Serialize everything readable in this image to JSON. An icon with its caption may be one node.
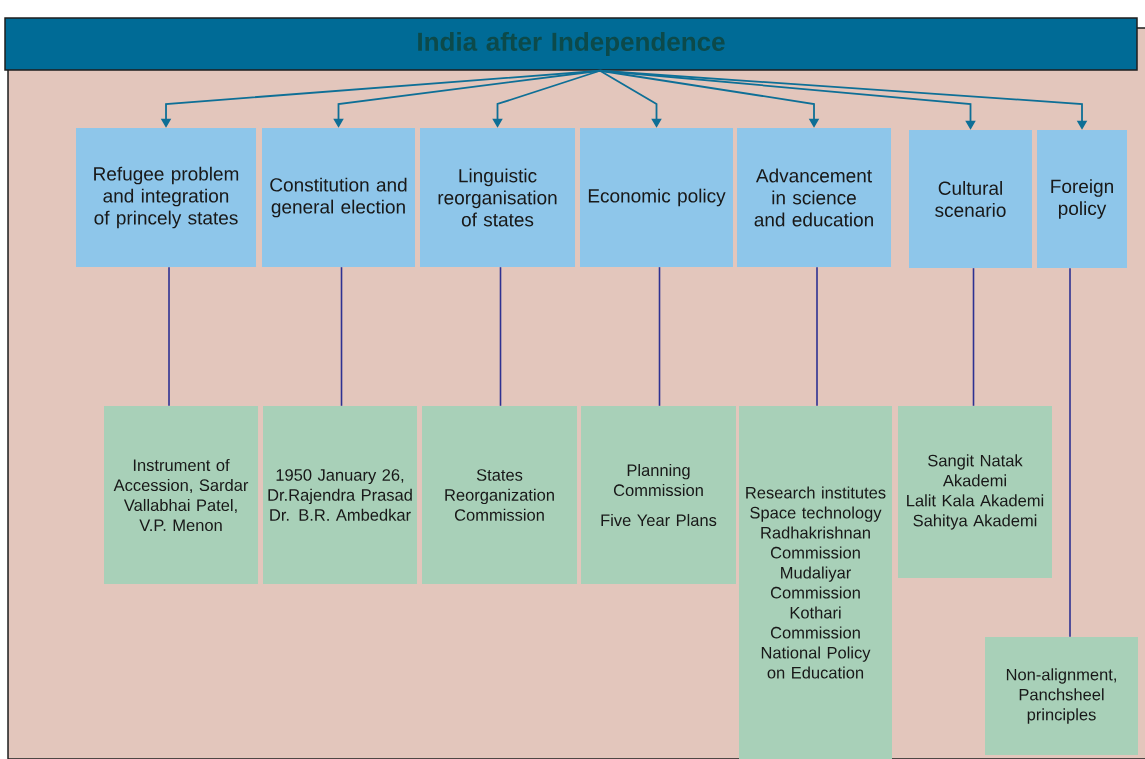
{
  "diagram": {
    "nodes": [
      {
        "text": [
          "India after Independence"
        ]
      },
      {
        "text": [
          "Refugee problem and integration of princely states"
        ]
      },
      {
        "text": [
          "Constitution and general election"
        ]
      },
      {
        "text": [
          "Linguistic reorganisation of states"
        ]
      },
      {
        "text": [
          "Economic policy"
        ]
      },
      {
        "text": [
          "Advancement in science and education"
        ]
      },
      {
        "text": [
          "Cultural scenario"
        ]
      },
      {
        "text": [
          "Foreign policy"
        ]
      },
      {
        "text": [
          "Instrument of Accession, Sardar Vallabhai Patel, V.P. Menon"
        ]
      },
      {
        "text": [
          "1950 January 26, Dr.Rajendra Prasad",
          "Dr. B.R. Ambedkar"
        ]
      },
      {
        "text": [
          "States Reorganization Commission"
        ]
      },
      {
        "text": [
          "Planning Commission",
          "Five Year Plans"
        ]
      },
      {
        "text": [
          "Research institutes",
          "Space technology",
          "Radhakrishnan Commission",
          "Mudaliyar Commission",
          "Kothari Commission",
          "National Policy on Education"
        ]
      },
      {
        "text": [
          "Sangit Natak Akademi",
          "Lalit Kala Akademi",
          "Sahitya Akademi"
        ]
      },
      {
        "text": [
          "Non-alignment, Panchsheel principles"
        ]
      }
    ],
    "edges": [
      {
        "from": 0,
        "to": 1,
        "arrow": "to",
        "color": "#0e6f96"
      },
      {
        "from": 0,
        "to": 2,
        "arrow": "to",
        "color": "#0e6f96"
      },
      {
        "from": 0,
        "to": 3,
        "arrow": "to",
        "color": "#0e6f96"
      },
      {
        "from": 0,
        "to": 4,
        "arrow": "to",
        "color": "#0e6f96"
      },
      {
        "from": 0,
        "to": 5,
        "arrow": "to",
        "color": "#0e6f96"
      },
      {
        "from": 0,
        "to": 6,
        "arrow": "to",
        "color": "#0e6f96"
      },
      {
        "from": 0,
        "to": 7,
        "arrow": "to",
        "color": "#0e6f96"
      },
      {
        "from": 1,
        "to": 8,
        "arrow": "none",
        "color": "#2e3192"
      },
      {
        "from": 2,
        "to": 9,
        "arrow": "none",
        "color": "#2e3192"
      },
      {
        "from": 3,
        "to": 10,
        "arrow": "none",
        "color": "#2e3192"
      },
      {
        "from": 4,
        "to": 11,
        "arrow": "none",
        "color": "#2e3192"
      },
      {
        "from": 5,
        "to": 12,
        "arrow": "none",
        "color": "#2e3192"
      },
      {
        "from": 6,
        "to": 13,
        "arrow": "none",
        "color": "#2e3192"
      },
      {
        "from": 7,
        "to": 14,
        "arrow": "none",
        "color": "#2e3192"
      }
    ]
  }
}
